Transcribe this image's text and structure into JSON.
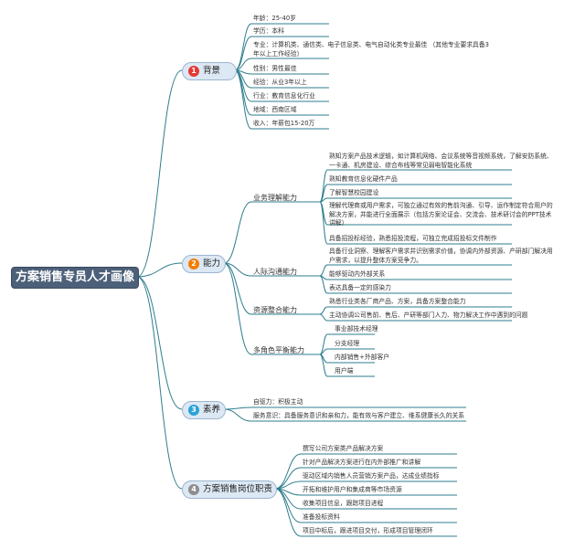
{
  "title": "方案销售专员人才画像",
  "colors": {
    "central_bg": "#4c6079",
    "branch_bg": "#dce8f4",
    "line": "#2e7d8c",
    "badge1": "#e53935",
    "badge2": "#f57c00",
    "badge3": "#29a3d6",
    "badge4": "#8d8d8d"
  },
  "branches": [
    {
      "num": "1",
      "label": "背景",
      "items": [
        "年龄：25-40岁",
        "学历：本科",
        "专业：计算机类、通信类、电子信息类、电气自动化类专业最佳  （其他专业要求具备3年以上工作经验）",
        "性别：男性最佳",
        "经验：从业3年以上",
        "行业：教育信息化行业",
        "地域：西南区域",
        "收入：年薪包15-20万"
      ]
    },
    {
      "num": "2",
      "label": "能力",
      "subs": [
        {
          "label": "业务理解能力",
          "items": [
            "熟知方案产品技术逻辑，如计算机网络、会议系统等音视频系统，了解安防系统、一卡通、机房建设、综合布线等常见弱电智能化系统",
            "熟知教育信息化硬件产品",
            "了解智慧校园建设",
            "理解代理商或用户需求，可独立通过有效的售前沟通、引导、运作制定符合用户的解决方案，并能进行全面展示（包括方案论证会、交流会、技术研讨会的PPT技术讲解）",
            "具备招投标经验，熟悉招投流程，可独立完成招投标文件制作"
          ]
        },
        {
          "label": "人际沟通能力",
          "items": [
            "具备行业洞察、理解客户需求并识别需求价值，协调内外部资源、产研部门解决用户需求，以提升整体方案竞争力。",
            "能够驱动内外部关系",
            "表达具备一定的感染力"
          ]
        },
        {
          "label": "资源整合能力",
          "items": [
            "熟悉行业类各厂商产品、方案，具备方案整合能力",
            "主动协调公司售前、售后、产研等部门人力、物力解决工作中遇到的问题"
          ]
        },
        {
          "label": "多角色平衡能力",
          "items": [
            "事业部技术经理",
            "分支经理",
            "内部销售+外部客户",
            "用户端"
          ]
        }
      ]
    },
    {
      "num": "3",
      "label": "素养",
      "items": [
        "自驱力：积极主动",
        "服务意识：具备服务意识和亲和力，能有效与客户建立、维系健康长久的关系"
      ]
    },
    {
      "num": "4",
      "label": "方案销售岗位职责",
      "items": [
        "撰写公司方案类产品解决方案",
        "针对产品解决方案进行在内外部推广和讲解",
        "驱动区域内销售人员营销方案产品，达成业绩指标",
        "开拓和维护用户和集成商等市场资源",
        "收集项目信息，跟踪项目进程",
        "准备投标资料",
        "项目中标后，跟进项目交付，形成项目管理闭环"
      ]
    }
  ]
}
